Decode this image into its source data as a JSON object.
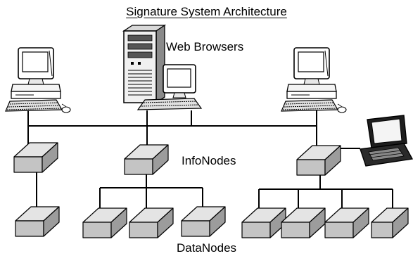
{
  "title": "Signature System Architecture",
  "labels": {
    "web_browsers": "Web Browsers",
    "info_nodes": "InfoNodes",
    "data_nodes": "DataNodes"
  },
  "colors": {
    "ink": "#000000",
    "box_top": "#e4e4e4",
    "box_front": "#c4c4c4",
    "box_side": "#9c9c9c",
    "screen": "#ffffff",
    "laptop_screen": "#1e1e1e"
  },
  "icons": {
    "workstation": "desktop-computer-icon",
    "server": "tower-server-icon",
    "laptop": "laptop-icon",
    "node": "node-box-icon"
  }
}
